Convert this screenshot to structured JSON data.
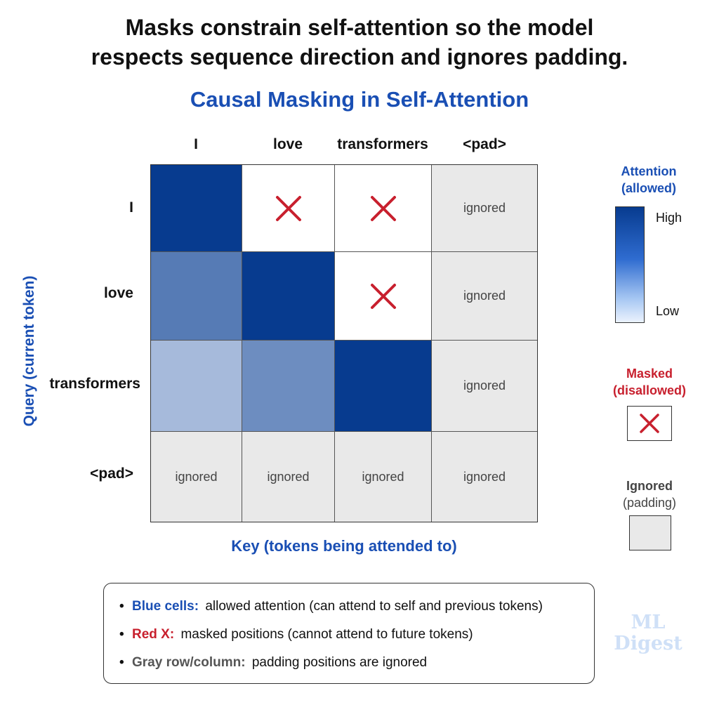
{
  "headline": {
    "line1": "Masks constrain self-attention so the model",
    "line2": "respects sequence direction and ignores padding."
  },
  "subtitle": "Causal Masking in Self-Attention",
  "tokens": [
    "I",
    "love",
    "transformers",
    "<pad>"
  ],
  "axes": {
    "y_label": "Query (current token)",
    "x_label": "Key (tokens being attended to)"
  },
  "matrix": {
    "rows": [
      [
        {
          "state": "allowed",
          "level": 1.0
        },
        {
          "state": "masked"
        },
        {
          "state": "masked"
        },
        {
          "state": "ignored",
          "text": "ignored"
        }
      ],
      [
        {
          "state": "allowed",
          "level": 0.65
        },
        {
          "state": "allowed",
          "level": 1.0
        },
        {
          "state": "masked"
        },
        {
          "state": "ignored",
          "text": "ignored"
        }
      ],
      [
        {
          "state": "allowed",
          "level": 0.3
        },
        {
          "state": "allowed",
          "level": 0.55
        },
        {
          "state": "allowed",
          "level": 1.0
        },
        {
          "state": "ignored",
          "text": "ignored"
        }
      ],
      [
        {
          "state": "ignored",
          "text": "ignored"
        },
        {
          "state": "ignored",
          "text": "ignored"
        },
        {
          "state": "ignored",
          "text": "ignored"
        },
        {
          "state": "ignored",
          "text": "ignored"
        }
      ]
    ]
  },
  "legend": {
    "attention": {
      "title1": "Attention",
      "title2": "(allowed)",
      "high": "High",
      "low": "Low"
    },
    "masked": {
      "title1": "Masked",
      "title2": "(disallowed)"
    },
    "ignored": {
      "title1": "Ignored",
      "title2": "(padding)"
    }
  },
  "notes": [
    {
      "key": "Blue cells:",
      "text": "allowed attention (can attend to self and previous tokens)",
      "color": "#1a4fb4"
    },
    {
      "key": "Red X:",
      "text": "masked positions (cannot attend to future tokens)",
      "color": "#c8202e"
    },
    {
      "key": "Gray row/column:",
      "text": "padding positions are ignored",
      "color": "#555555"
    }
  ],
  "watermark": {
    "line1": "ML",
    "line2": "Digest"
  },
  "colors": {
    "accent_blue": "#1a4fb4",
    "mask_red": "#c8202e",
    "high_attention": "#073b8f",
    "low_attention": "#eaf1fc",
    "ignored_gray": "#e9e9e9"
  }
}
